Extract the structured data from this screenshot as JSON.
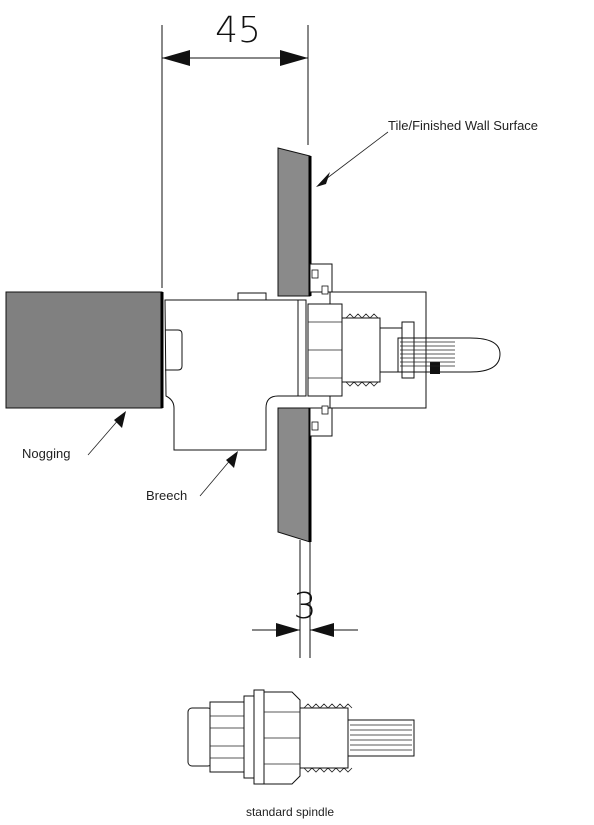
{
  "dimensions": {
    "top_value": "45",
    "bottom_value": "3"
  },
  "labels": {
    "wall_surface": "Tile/Finished Wall Surface",
    "nogging": "Nogging",
    "breech": "Breech",
    "spindle": "standard spindle"
  },
  "colors": {
    "line": "#111111",
    "nogging_fill": "#808080",
    "tile_fill": "#8a8a8a",
    "background": "#ffffff"
  }
}
